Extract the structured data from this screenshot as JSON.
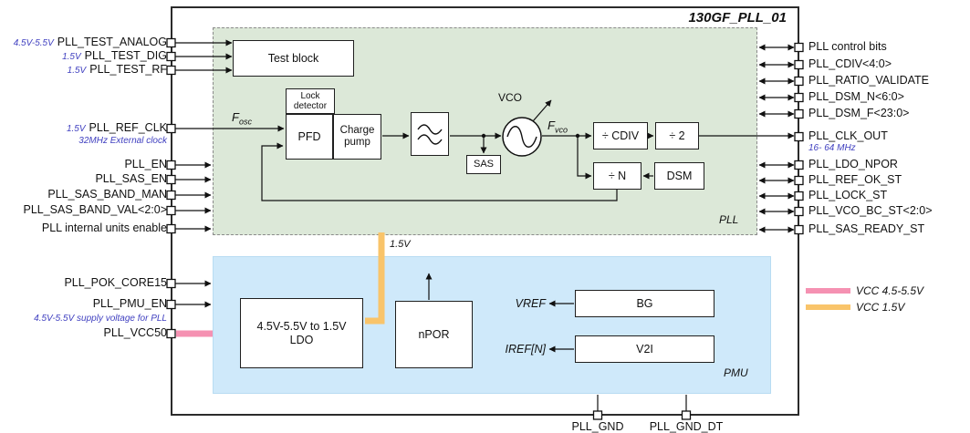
{
  "title": "130GF_PLL_01",
  "left_pins": [
    {
      "volt": "4.5V-5.5V",
      "label": "PLL_TEST_ANALOG"
    },
    {
      "volt": "1.5V",
      "label": "PLL_TEST_DIG"
    },
    {
      "volt": "1.5V",
      "label": "PLL_TEST_RF"
    },
    {
      "volt": "1.5V",
      "label": "PLL_REF_CLK",
      "note": "32MHz External clock"
    },
    {
      "label": "PLL_EN"
    },
    {
      "label": "PLL_SAS_EN"
    },
    {
      "label": "PLL_SAS_BAND_MAN"
    },
    {
      "label": "PLL_SAS_BAND_VAL<2:0>"
    },
    {
      "label": "PLL internal units enable"
    },
    {
      "label": "PLL_POK_CORE15"
    },
    {
      "label": "PLL_PMU_EN"
    },
    {
      "label": "PLL_VCC50",
      "note": "4.5V-5.5V supply voltage for PLL"
    }
  ],
  "right_pins": [
    {
      "label": "PLL control bits"
    },
    {
      "label": "PLL_CDIV<4:0>"
    },
    {
      "label": "PLL_RATIO_VALIDATE"
    },
    {
      "label": "PLL_DSM_N<6:0>"
    },
    {
      "label": "PLL_DSM_F<23:0>"
    },
    {
      "label": "PLL_CLK_OUT",
      "note": "16- 64 MHz"
    },
    {
      "label": "PLL_LDO_NPOR"
    },
    {
      "label": "PLL_REF_OK_ST"
    },
    {
      "label": "PLL_LOCK_ST"
    },
    {
      "label": "PLL_VCO_BC_ST<2:0>"
    },
    {
      "label": "PLL_SAS_READY_ST"
    }
  ],
  "bottom_pins": [
    {
      "label": "PLL_GND"
    },
    {
      "label": "PLL_GND_DT"
    }
  ],
  "blocks": {
    "test_block": "Test block",
    "lock_detector": "Lock detector",
    "pfd": "PFD",
    "charge_pump": "Charge pump",
    "sas": "SAS",
    "vco": "VCO",
    "cdiv": "÷ CDIV",
    "div2": "÷ 2",
    "divn": "÷ N",
    "dsm": "DSM",
    "ldo": "4.5V-5.5V to 1.5V LDO",
    "npor": "nPOR",
    "bg": "BG",
    "v2i": "V2I"
  },
  "labels": {
    "fosc_main": "F",
    "fosc_sub": "osc",
    "fvco_main": "F",
    "fvco_sub": "vco",
    "pll_region": "PLL",
    "pmu_region": "PMU",
    "vref": "VREF",
    "iref": "IREF[N]",
    "supply_15": "1.5V"
  },
  "legend": {
    "vcc_50": "VCC 4.5-5.5V",
    "vcc_15": "VCC 1.5V"
  },
  "colors": {
    "pll_region_bg": "#dce8d8",
    "pmu_region_bg": "#cfe9fa",
    "note_blue": "#4040c0",
    "vcc_pink": "#f591b2",
    "vcc_orange": "#f9c46a"
  }
}
